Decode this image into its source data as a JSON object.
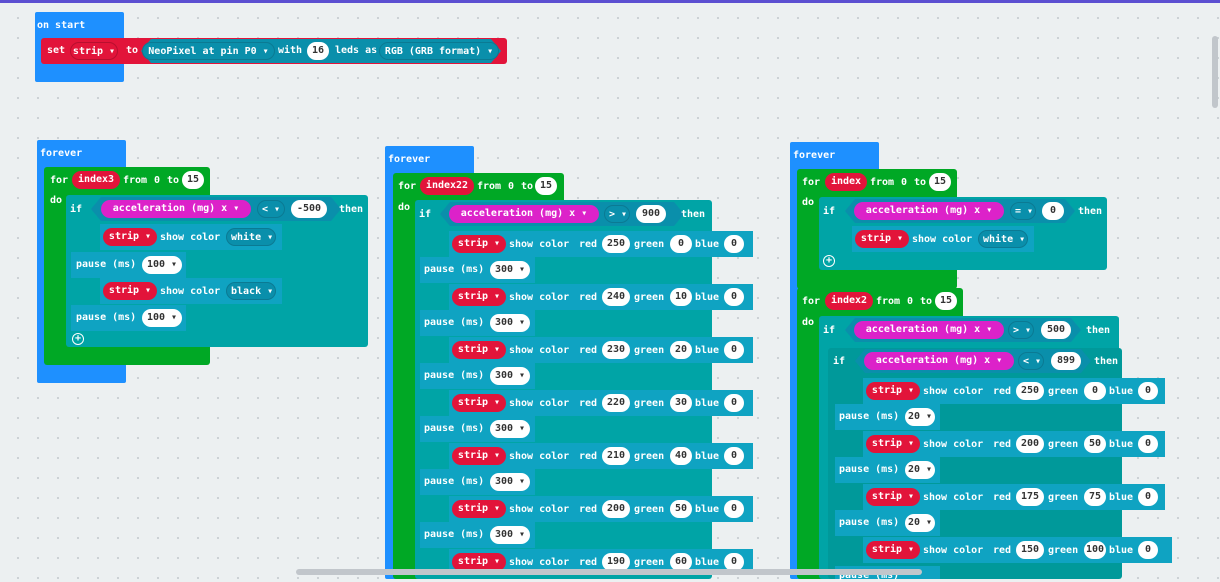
{
  "blocks": {
    "on_start": "on start",
    "forever": "forever",
    "set": "set",
    "strip": "strip ▾",
    "to": "to",
    "neopixel": "NeoPixel at pin P0 ▾",
    "with": "with",
    "leds_count": "16",
    "leds_as": "leds as",
    "rgb": "RGB (GRB format) ▾",
    "for": "for",
    "from": "from",
    "zero": "0",
    "to_kw": "to",
    "fifteen": "15",
    "do": "do",
    "if": "if",
    "then": "then",
    "accel": "acceleration (mg) x ▾",
    "show_color": "show color",
    "pause": "pause (ms)",
    "red": "red",
    "green": "green",
    "blue": "blue",
    "plus": "+"
  },
  "col1": {
    "var": "index3",
    "cond_op": "< ▾",
    "cond_val": "-500",
    "color1": "white ▾",
    "pause1": "100 ▾",
    "color2": "black ▾",
    "pause2": "100 ▾"
  },
  "col2": {
    "var": "index22",
    "cond_op": "> ▾",
    "cond_val": "900",
    "pause": "300 ▾",
    "rows": [
      {
        "r": "250",
        "g": "0",
        "b": "0"
      },
      {
        "r": "240",
        "g": "10",
        "b": "0"
      },
      {
        "r": "230",
        "g": "20",
        "b": "0"
      },
      {
        "r": "220",
        "g": "30",
        "b": "0"
      },
      {
        "r": "210",
        "g": "40",
        "b": "0"
      },
      {
        "r": "200",
        "g": "50",
        "b": "0"
      },
      {
        "r": "190",
        "g": "60",
        "b": "0"
      }
    ]
  },
  "col3": {
    "var1": "index",
    "cond1_op": "= ▾",
    "cond1_val": "0",
    "color1": "white ▾",
    "var2": "index2",
    "cond2_op": "> ▾",
    "cond2_val": "500",
    "cond3_op": "< ▾",
    "cond3_val": "899",
    "pause": "20 ▾",
    "rows": [
      {
        "r": "250",
        "g": "0",
        "b": "0"
      },
      {
        "r": "200",
        "g": "50",
        "b": "0"
      },
      {
        "r": "175",
        "g": "75",
        "b": "0"
      },
      {
        "r": "150",
        "g": "100",
        "b": "0"
      }
    ],
    "partial_pause": "pause (ms)"
  },
  "colors": {
    "event": "#1e90ff",
    "loop": "#00a825",
    "logic": "#00a4a6",
    "neopixel": "#0fa3c2",
    "variable": "#e2143a",
    "input": "#dc22c9"
  }
}
